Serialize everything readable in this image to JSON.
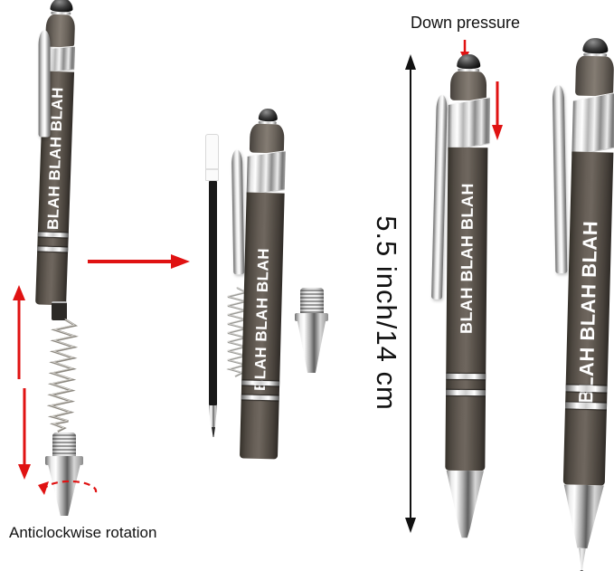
{
  "labels": {
    "down_pressure": "Down pressure",
    "measurement": "5.5 inch/14 cm",
    "anticlockwise_rotation": "Anticlockwise rotation"
  },
  "pen_imprint": "BLAH BLAH BLAH",
  "colors": {
    "arrow_red": "#e01212",
    "annotation_text": "#111111",
    "pen_body": "#5d564e",
    "imprint_text": "#ffffff",
    "chrome": "#d9d9d9",
    "background": "#ffffff"
  },
  "annotations": {
    "arrows": [
      {
        "name": "red-up-arrow-icon",
        "direction": "up"
      },
      {
        "name": "red-down-arrow-icon",
        "direction": "down"
      },
      {
        "name": "red-right-arrow-icon",
        "direction": "right"
      },
      {
        "name": "red-small-down-arrow-icon",
        "direction": "down"
      },
      {
        "name": "red-long-down-arrow-icon",
        "direction": "down"
      },
      {
        "name": "measure-double-arrow-icon",
        "direction": "vertical"
      },
      {
        "name": "anticlockwise-dashed-arrow-icon",
        "direction": "anticlockwise"
      }
    ]
  }
}
